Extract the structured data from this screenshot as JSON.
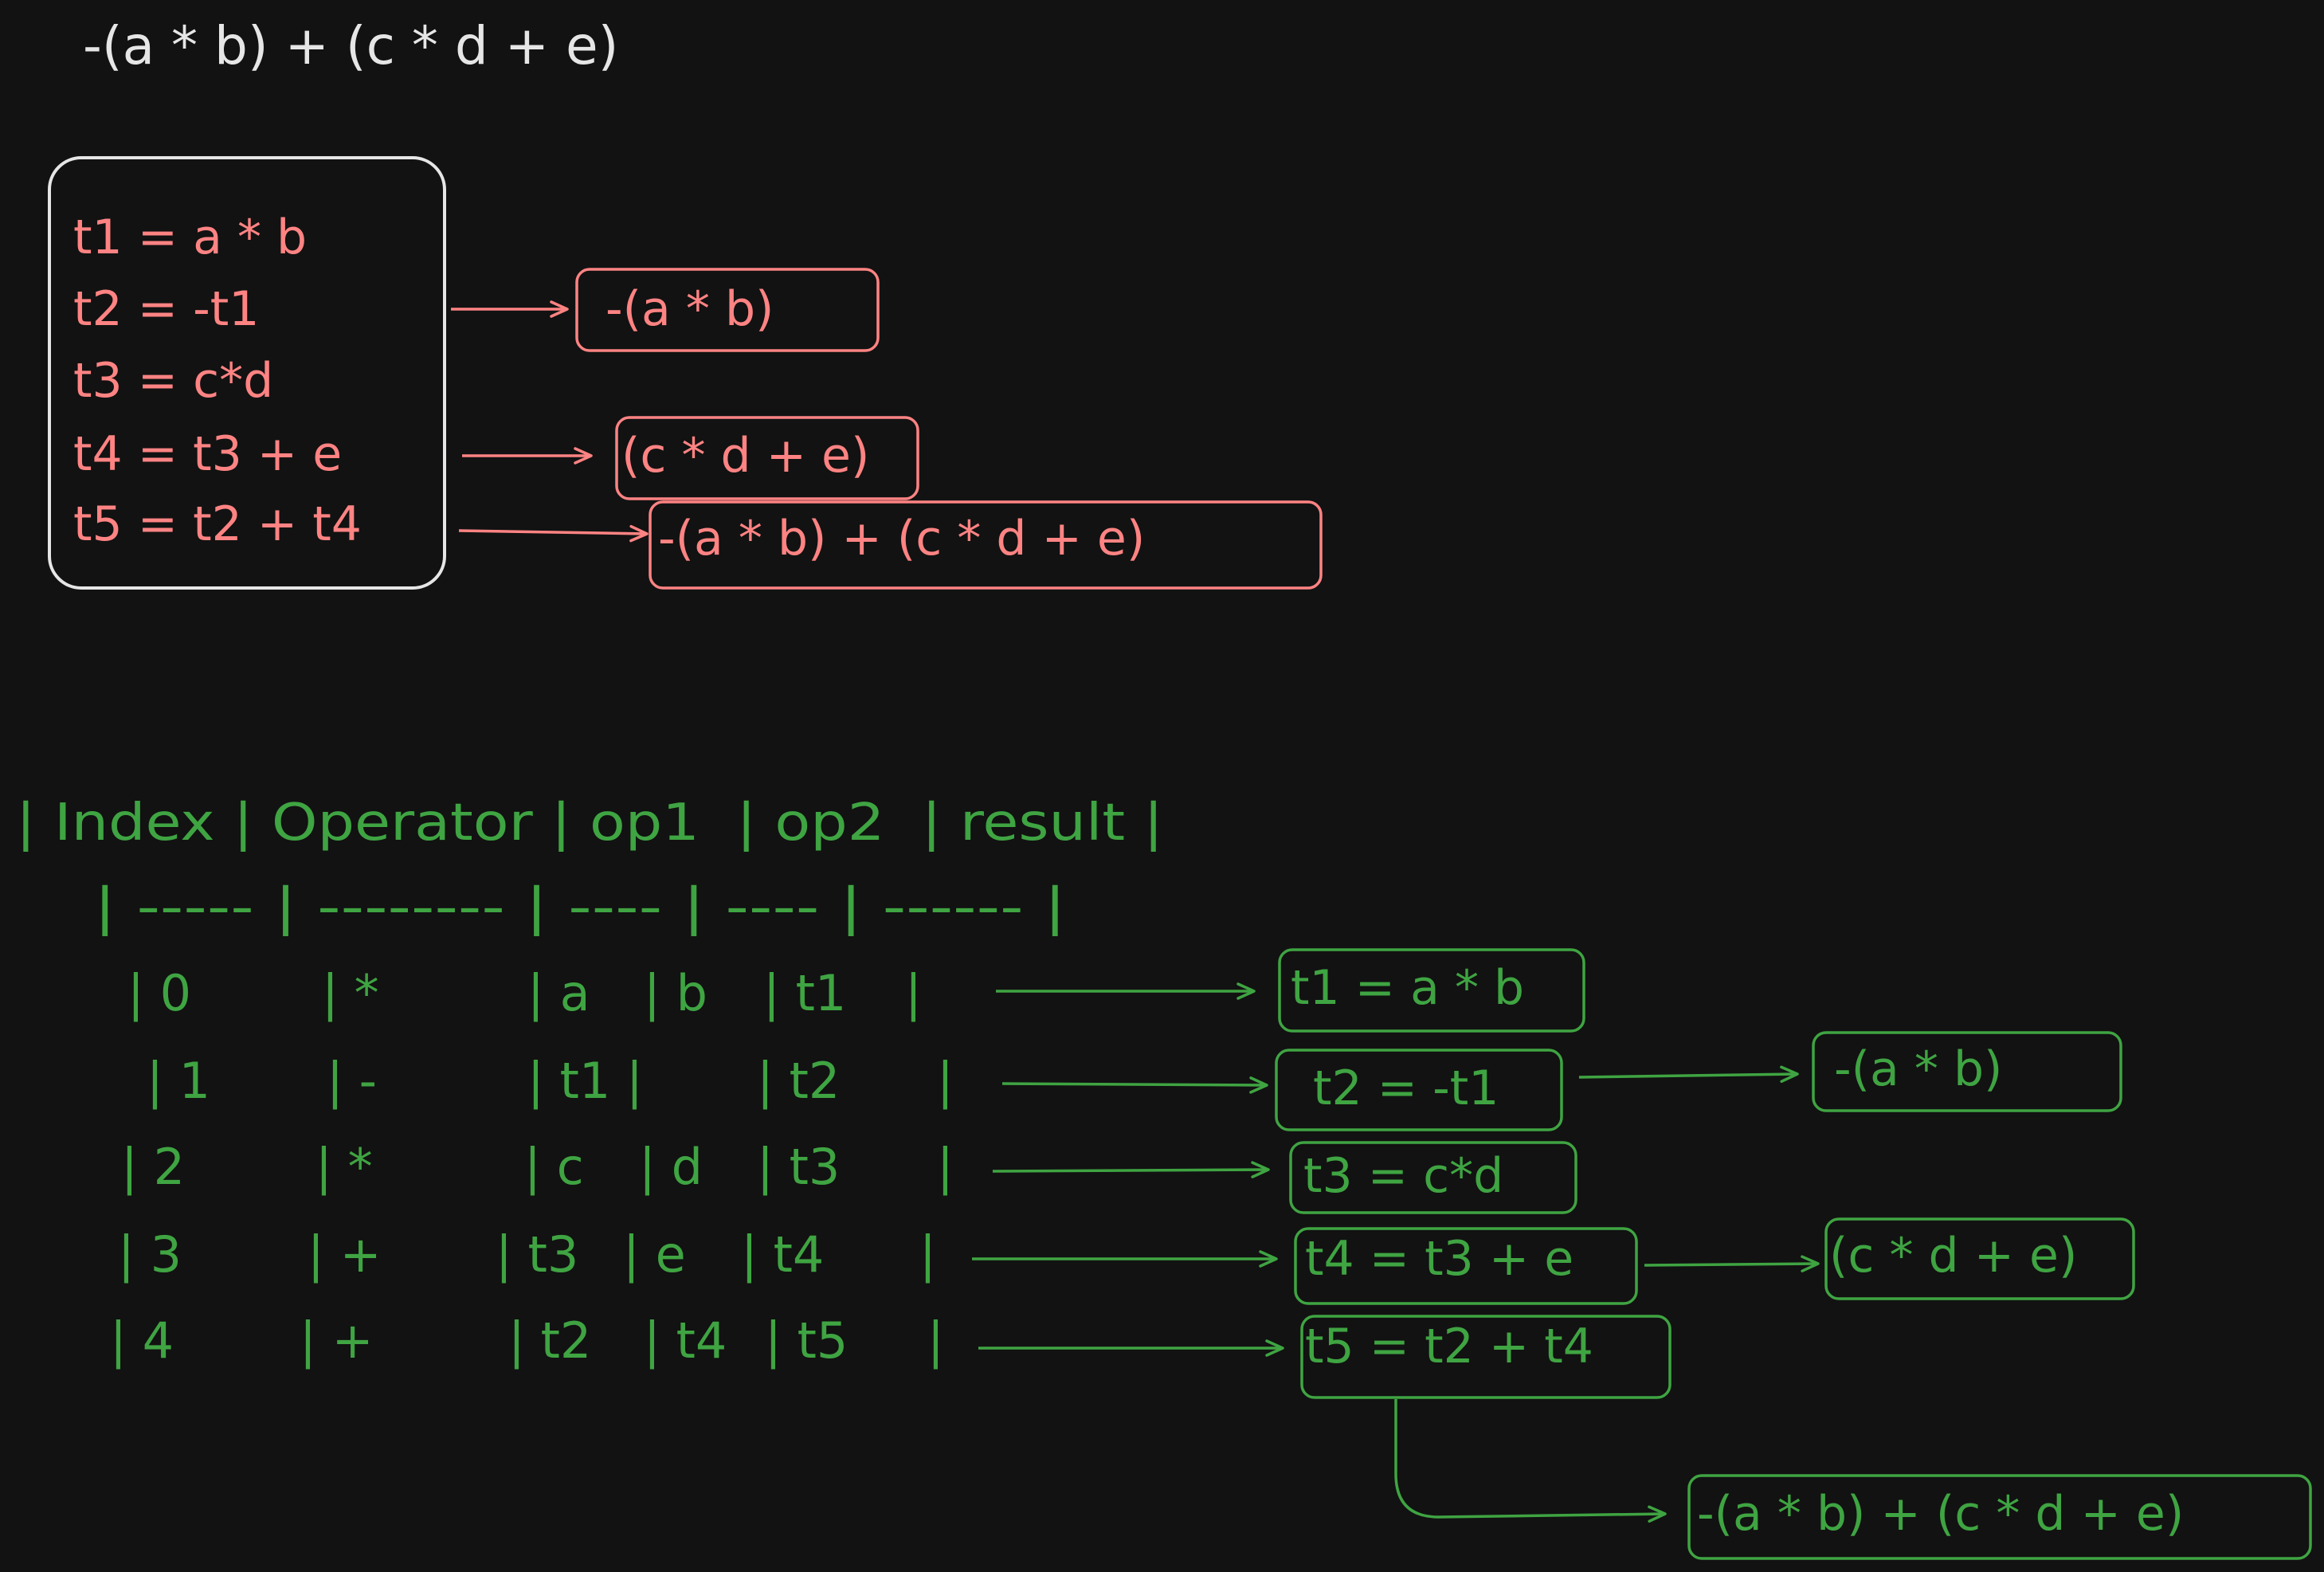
{
  "colors": {
    "background": "#121212",
    "expression": "#e6e6e6",
    "three_address": "#ff8383",
    "quadruple": "#3fa442"
  },
  "expression": "-(a * b) + (c * d + e)",
  "three_address_code": {
    "lines": [
      "t1 = a * b",
      "t2 = -t1",
      "t3 = c*d",
      "t4 = t3 + e",
      "t5 = t2 + t4"
    ],
    "results": [
      "-(a * b)",
      "(c * d + e)",
      "-(a * b) + (c * d + e)"
    ]
  },
  "quadruple_table": {
    "header": "| Index | Operator | op1  | op2  | result |",
    "separator": "| ----- | -------- | ---- | ---- | ------ |",
    "rows": [
      {
        "index": "| 0",
        "operator": "| *",
        "op1": "| a",
        "op2": "| b",
        "result": "| t1",
        "end": "|"
      },
      {
        "index": "| 1",
        "operator": "| -",
        "op1": "| t1 |",
        "op2": "",
        "result": "| t2",
        "end": "|"
      },
      {
        "index": "| 2",
        "operator": "| *",
        "op1": "| c",
        "op2": "| d",
        "result": "| t3",
        "end": "|"
      },
      {
        "index": "| 3",
        "operator": "| +",
        "op1": "| t3",
        "op2": "| e",
        "result": "| t4",
        "end": "|"
      },
      {
        "index": "| 4",
        "operator": "| +",
        "op1": "| t2",
        "op2": "| t4",
        "result": "| t5",
        "end": "|"
      }
    ],
    "instructions": [
      "t1 = a * b",
      "t2 = -t1",
      "t3 = c*d",
      "t4 = t3 + e",
      "t5 = t2 + t4"
    ],
    "results": [
      "-(a * b)",
      "(c * d + e)",
      "-(a * b) + (c * d + e)"
    ]
  }
}
